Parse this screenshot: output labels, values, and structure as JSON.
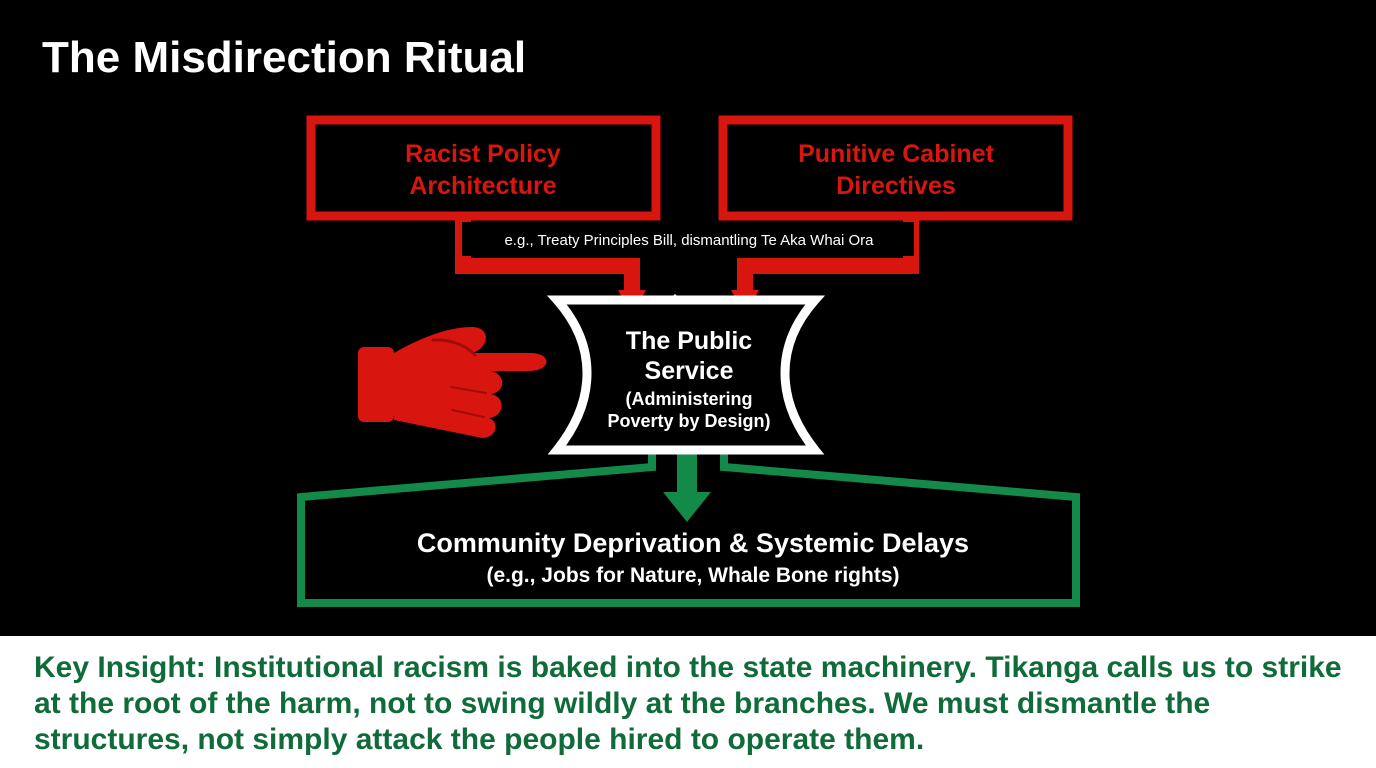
{
  "slide": {
    "title": "The Misdirection Ritual"
  },
  "colors": {
    "background": "#000000",
    "policy_red": "#d9150f",
    "service_white": "#ffffff",
    "outcome_green": "#13894a",
    "insight_green": "#0f6b3a"
  },
  "diagram": {
    "policy_box_left": {
      "line1": "Racist Policy",
      "line2": "Architecture"
    },
    "policy_box_right": {
      "line1": "Punitive Cabinet",
      "line2": "Directives"
    },
    "policy_example": "e.g., Treaty Principles Bill, dismantling Te Aka Whai Ora",
    "public_service": {
      "line1": "The Public",
      "line2": "Service",
      "line3": "(Administering",
      "line4": "Poverty by Design)"
    },
    "pointing_hand_icon": "pointing-hand-icon",
    "outcome": {
      "line1": "Community Deprivation & Systemic Delays",
      "line2": "(e.g., Jobs for Nature, Whale Bone rights)"
    }
  },
  "insight": {
    "text": "Key Insight: Institutional racism is baked into the state machinery. Tikanga calls us to strike at the root of the harm, not to swing wildly at the branches. We must dismantle the structures, not simply attack the people hired to operate them."
  }
}
